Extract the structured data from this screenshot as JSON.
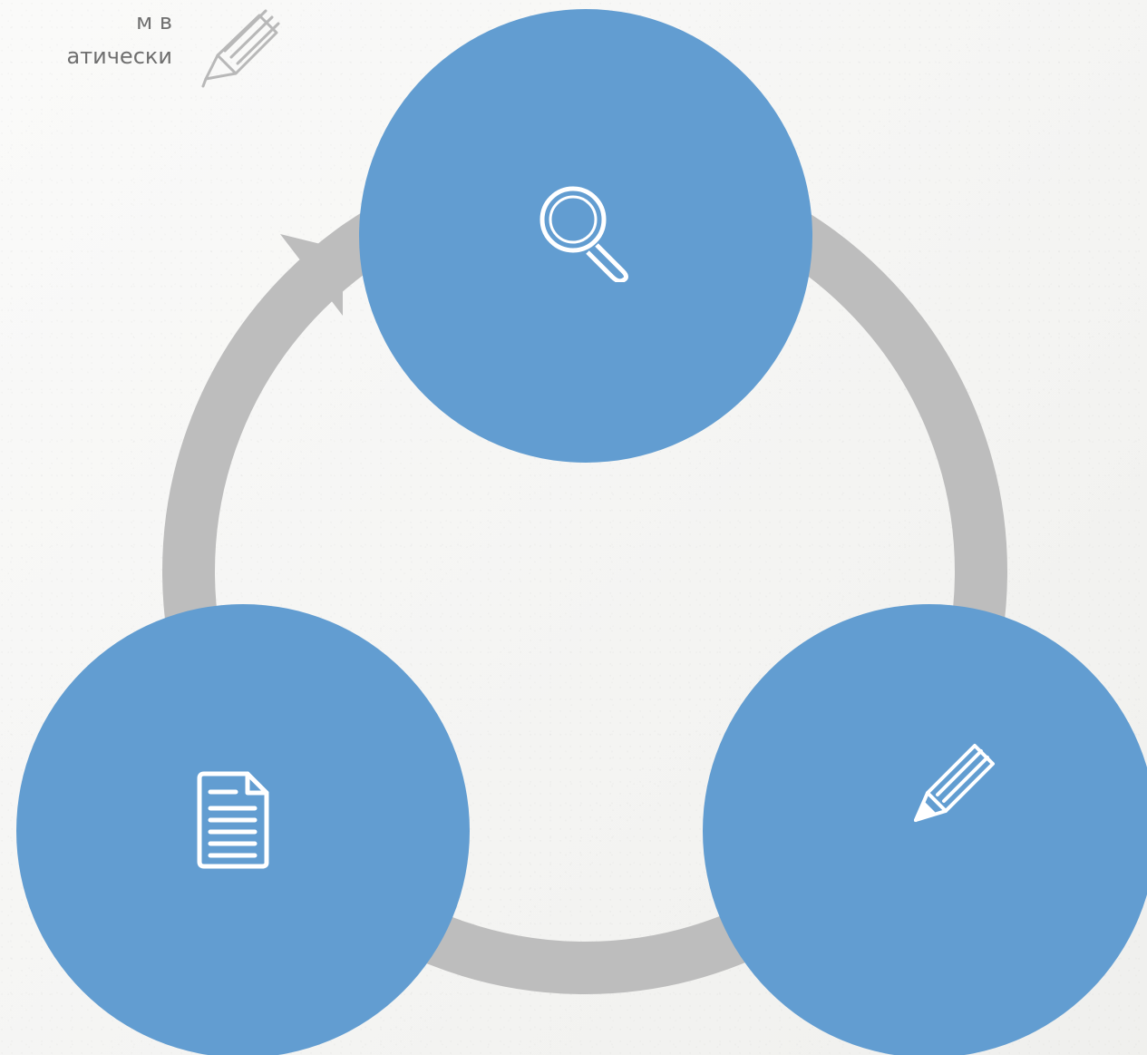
{
  "intro": {
    "text": "м в\nатически"
  },
  "colors": {
    "background": "#f3f3f1",
    "cycle_arrow": "#bdbdbd",
    "node_fill": "#629dd1",
    "icon_white": "#ffffff",
    "text_gray": "#6f6f6f",
    "deco_icon": "#b8b8b8"
  },
  "diagram": {
    "type": "cycle",
    "nodes": [
      {
        "icon": "magnifying-glass-icon"
      },
      {
        "icon": "pencil-icon"
      },
      {
        "icon": "document-icon"
      }
    ],
    "cycle_direction": "clockwise"
  }
}
